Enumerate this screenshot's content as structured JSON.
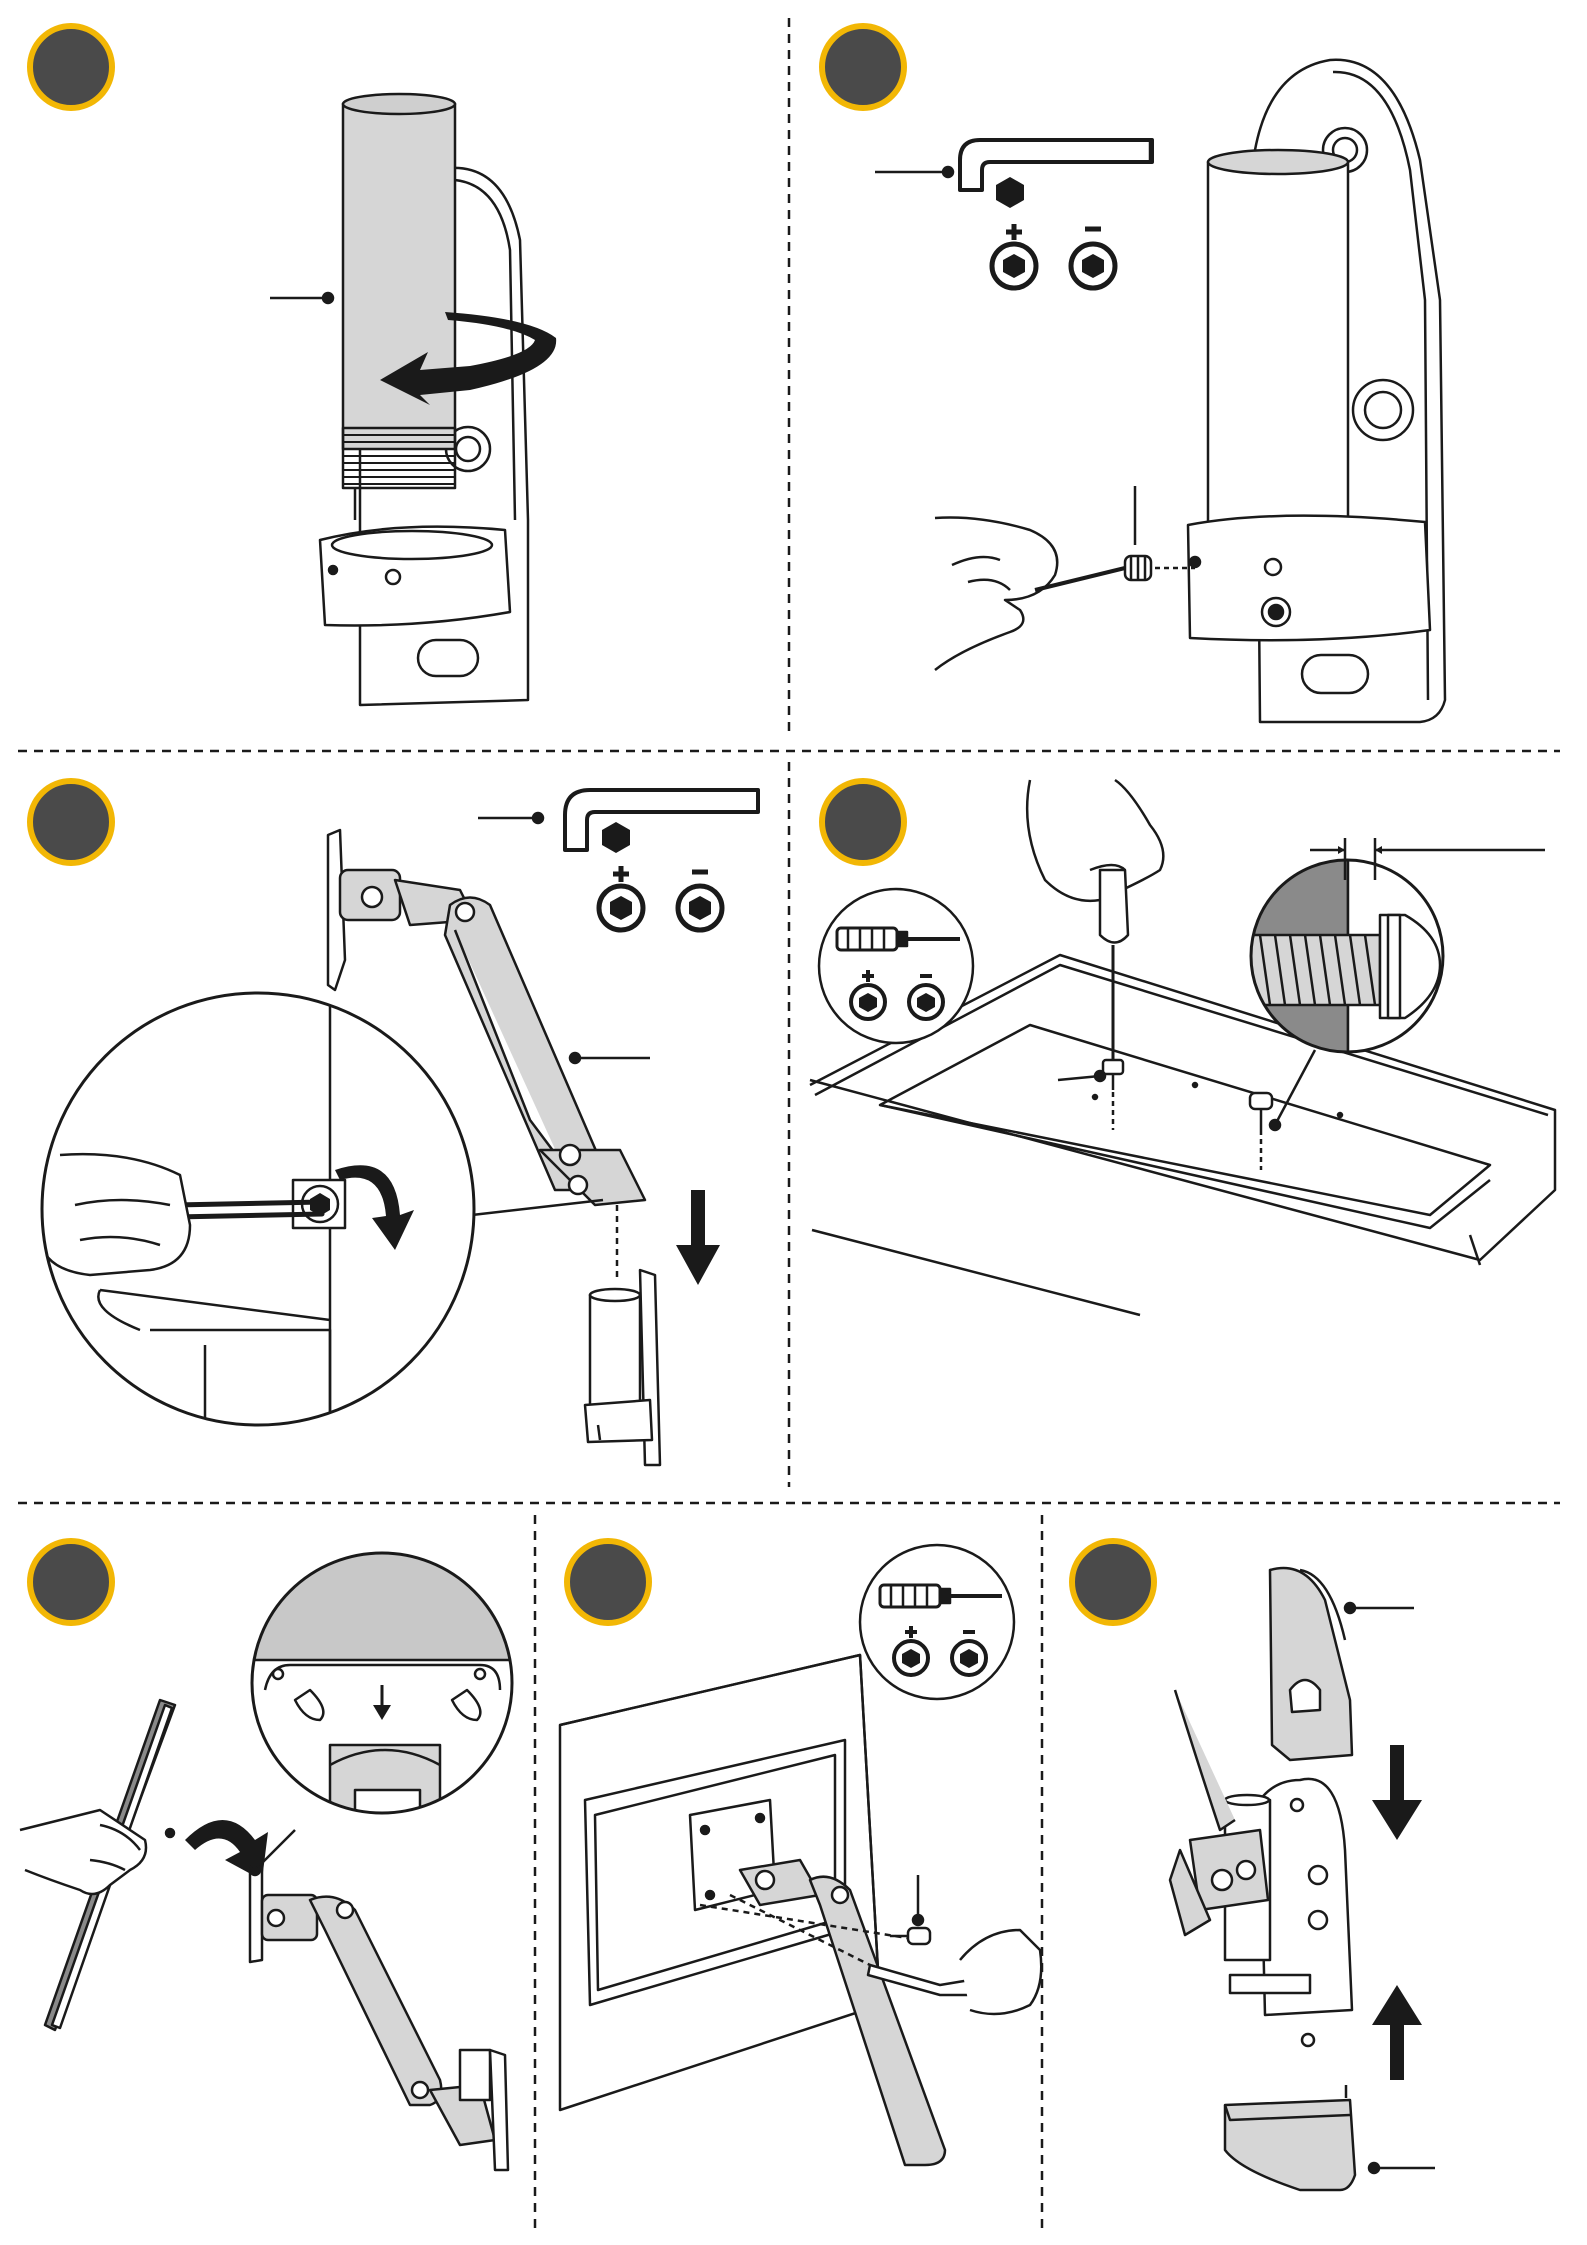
{
  "colors": {
    "badge_fill": "#4a4a4a",
    "badge_ring": "#f2b705",
    "line": "#1a1a1a",
    "part_fill": "#d6d6d6",
    "zoom_fill": "#cfcfcf"
  },
  "steps": [
    {
      "id": "step-1",
      "depicts": [
        "post",
        "wall-bracket",
        "rotate-arrow-icon",
        "callout-post"
      ]
    },
    {
      "id": "step-2",
      "depicts": [
        "hex-key-icon",
        "tighten-icon",
        "loosen-icon",
        "set-screw",
        "hand"
      ]
    },
    {
      "id": "step-3",
      "depicts": [
        "hex-key-icon",
        "tighten-icon",
        "loosen-icon",
        "arm",
        "zoom-circle",
        "down-arrow-icon"
      ]
    },
    {
      "id": "step-4",
      "depicts": [
        "screwdriver-icon",
        "tighten-icon",
        "loosen-icon",
        "monitor-back",
        "screw",
        "zoom-circle"
      ]
    },
    {
      "id": "step-5",
      "depicts": [
        "monitor",
        "curved-arrow-icon",
        "zoom-circle",
        "arm"
      ]
    },
    {
      "id": "step-6",
      "depicts": [
        "screwdriver-icon",
        "tighten-icon",
        "loosen-icon",
        "monitor-mounted",
        "screw"
      ]
    },
    {
      "id": "step-7",
      "depicts": [
        "top-cover",
        "bottom-cover",
        "down-arrow-icon",
        "up-arrow-icon"
      ]
    }
  ]
}
